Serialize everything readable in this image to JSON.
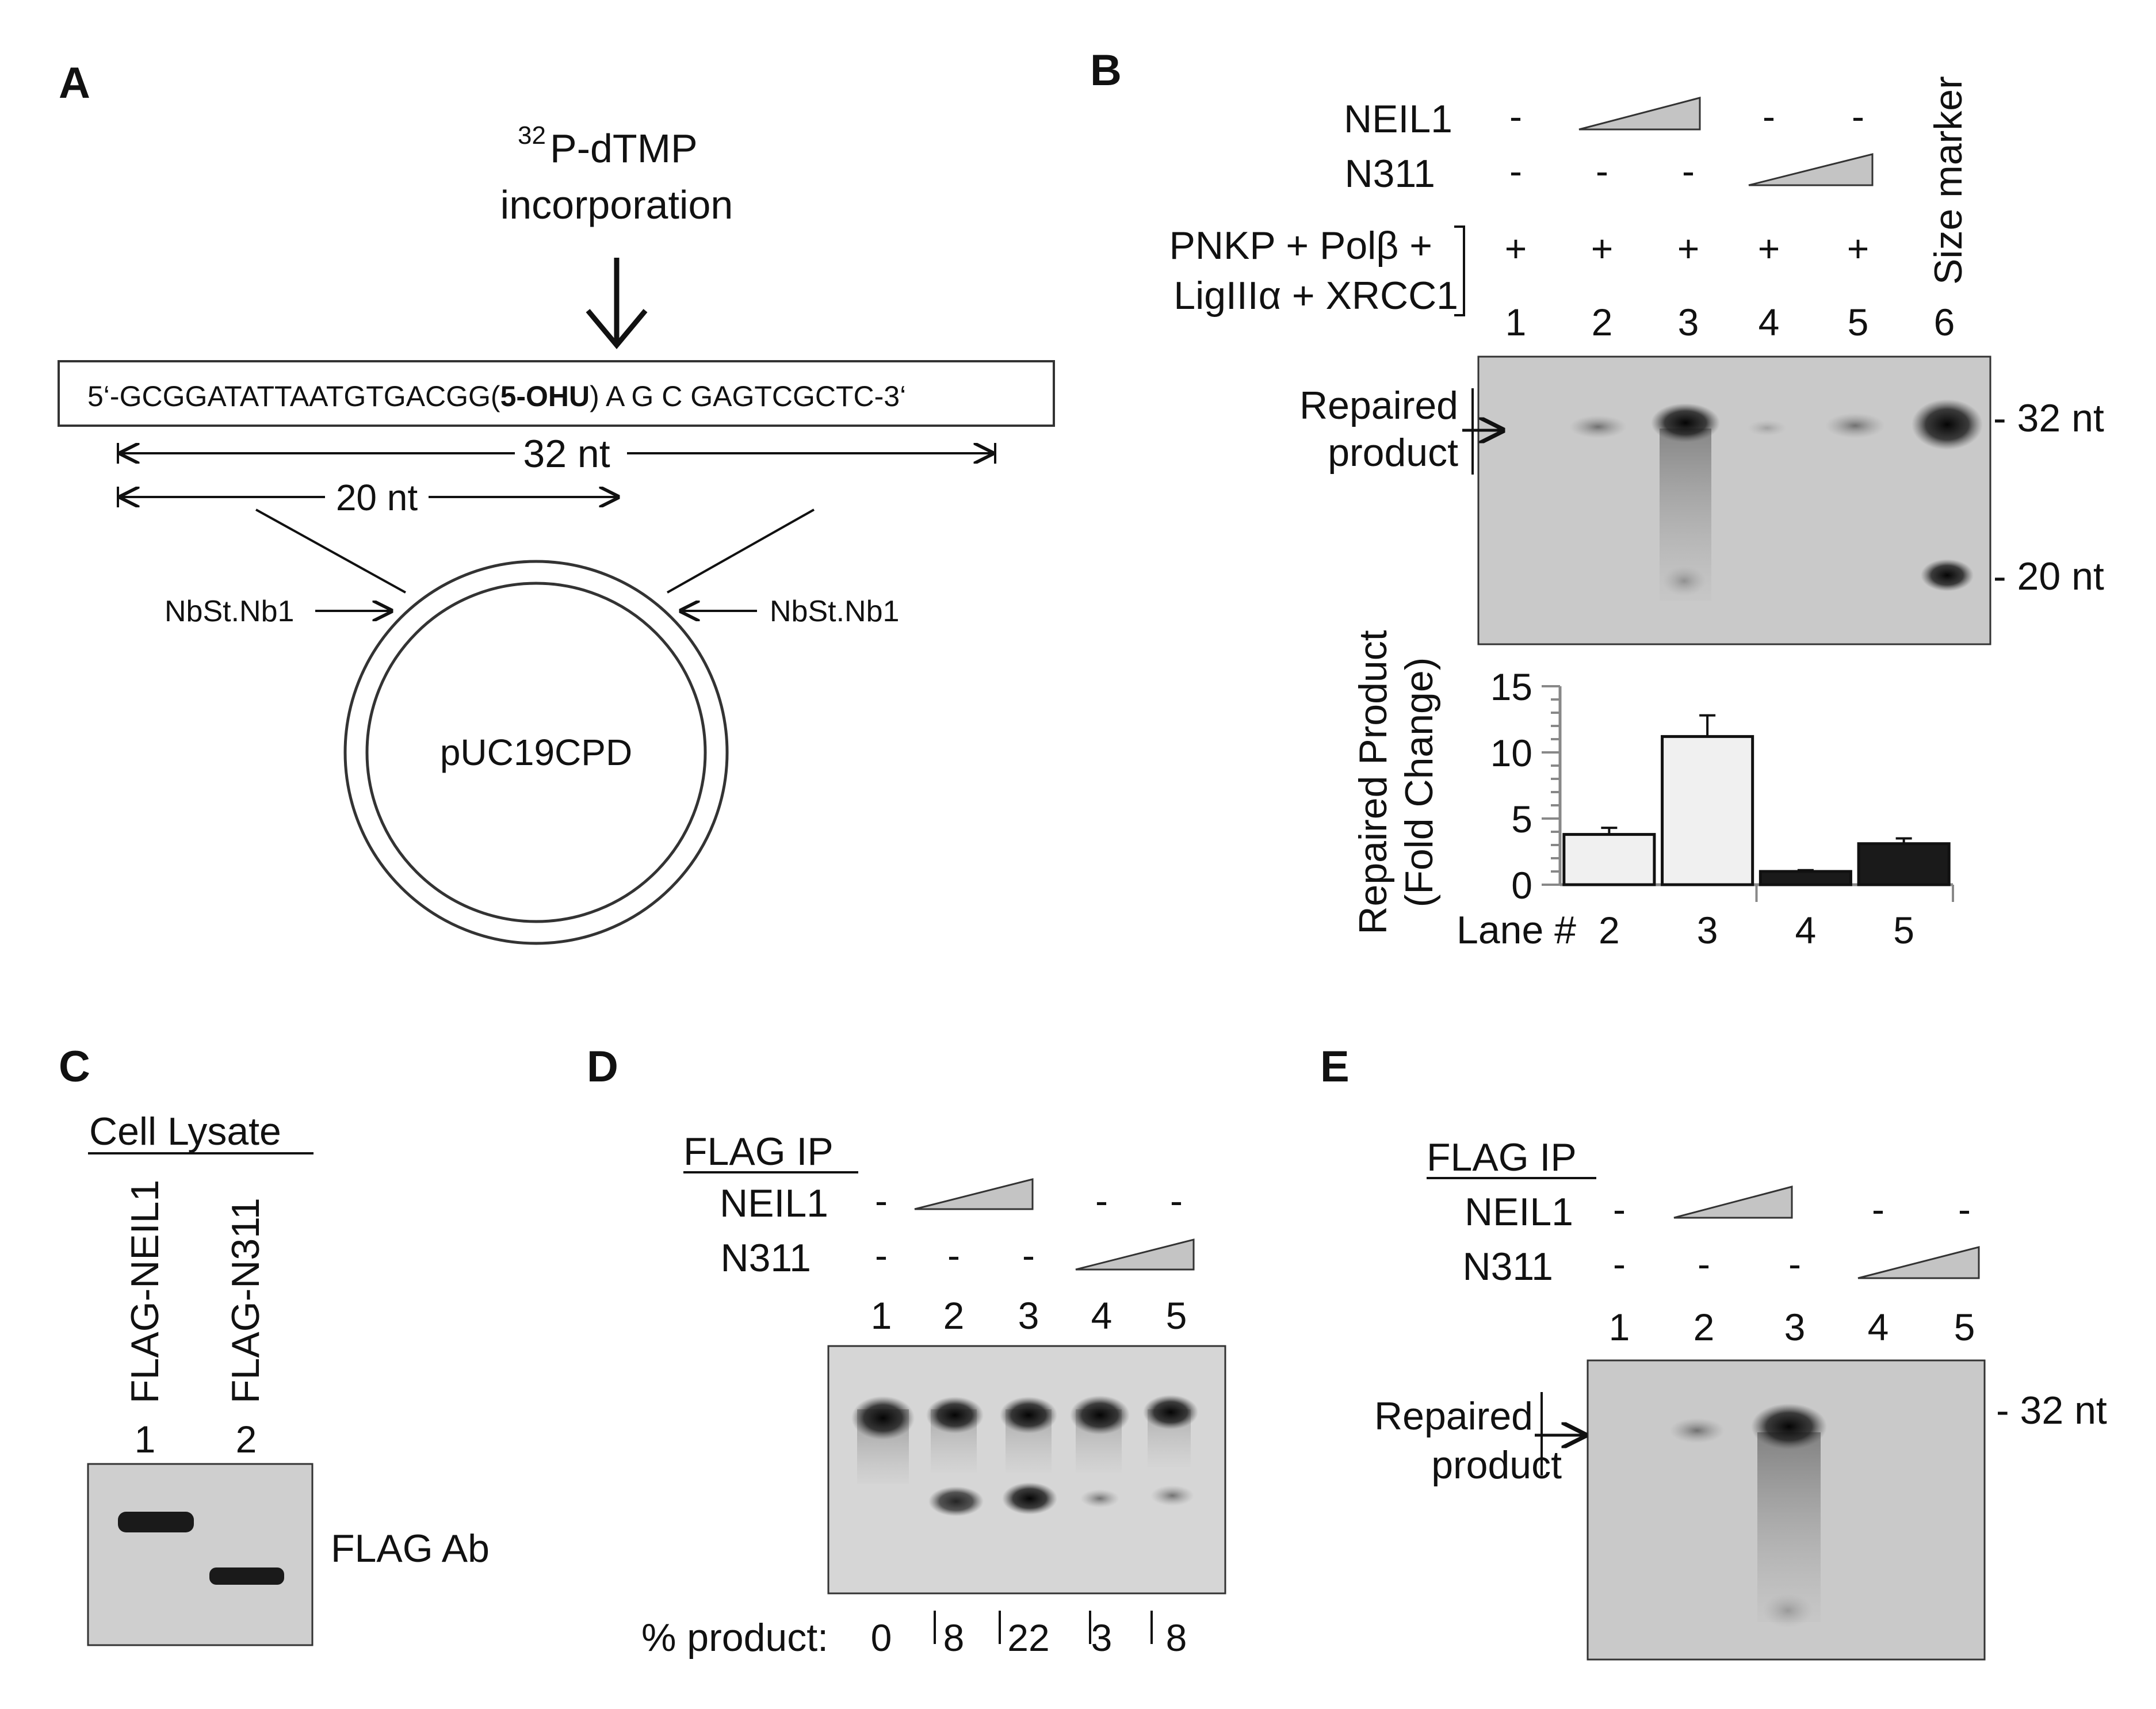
{
  "panels": {
    "A": {
      "letter": "A",
      "incorp_sup": "32",
      "incorp_line1": "P-dTMP",
      "incorp_line2": "incorporation",
      "seq_pre": "5‘-GCGGATATTAATGTGACGG(",
      "seq_bold": "5-OHU",
      "seq_post": ")  A G C  GAGTCGCTC-3‘",
      "len_total": "32 nt",
      "len_partial": "20 nt",
      "nick_left": "NbSt.Nb1",
      "nick_right": "NbSt.Nb1",
      "plasmid": "pUC19CPD"
    },
    "B": {
      "letter": "B",
      "row_neil1": "NEIL1",
      "row_n311": "N311",
      "mix_line1": "PNKP + Polβ +",
      "mix_line2": "LigIIIα + XRCC1",
      "size_marker": "Size marker",
      "neil1_signs": [
        "-",
        "",
        "",
        "-",
        "-"
      ],
      "n311_signs": [
        "-",
        "-",
        "-",
        "",
        ""
      ],
      "mix_signs": [
        "+",
        "+",
        "+",
        "+",
        "+"
      ],
      "lanes": [
        "1",
        "2",
        "3",
        "4",
        "5",
        "6"
      ],
      "repaired_line1": "Repaired",
      "repaired_line2": "product",
      "marker_32": "- 32 nt",
      "marker_20": "- 20 nt"
    },
    "C": {
      "letter": "C",
      "title": "Cell Lysate",
      "col1": "FLAG-NEIL1",
      "col2": "FLAG-N311",
      "lanes": [
        "1",
        "2"
      ],
      "antibody": "FLAG Ab"
    },
    "D": {
      "letter": "D",
      "title": "FLAG IP",
      "row_neil1": "NEIL1",
      "row_n311": "N311",
      "neil1_signs": [
        "-",
        "",
        "",
        "-",
        "-"
      ],
      "n311_signs": [
        "-",
        "-",
        "-",
        "",
        ""
      ],
      "lanes": [
        "1",
        "2",
        "3",
        "4",
        "5"
      ],
      "pct_label": "% product:",
      "pct_values": [
        "0",
        "8",
        "22",
        "3",
        "8"
      ]
    },
    "E": {
      "letter": "E",
      "title": "FLAG IP",
      "row_neil1": "NEIL1",
      "row_n311": "N311",
      "neil1_signs": [
        "-",
        "",
        "",
        "-",
        "-"
      ],
      "n311_signs": [
        "-",
        "-",
        "-",
        "",
        ""
      ],
      "lanes": [
        "1",
        "2",
        "3",
        "4",
        "5"
      ],
      "repaired_line1": "Repaired",
      "repaired_line2": "product",
      "marker_32": "- 32 nt"
    }
  },
  "chart_data": {
    "type": "bar",
    "ylabel_line1": "Repaired Product",
    "ylabel_line2": "(Fold Change)",
    "xlabel": "Lane #",
    "categories": [
      "2",
      "3",
      "4",
      "5"
    ],
    "values": [
      3.8,
      11.2,
      1.0,
      3.1
    ],
    "errors": [
      0.5,
      1.6,
      0.1,
      0.4
    ],
    "bar_colors": [
      "#f0f0f0",
      "#f0f0f0",
      "#1a1a1a",
      "#1a1a1a"
    ],
    "yticks": [
      "0",
      "5",
      "10",
      "15"
    ],
    "ylim": [
      0,
      15
    ],
    "grid": false
  }
}
